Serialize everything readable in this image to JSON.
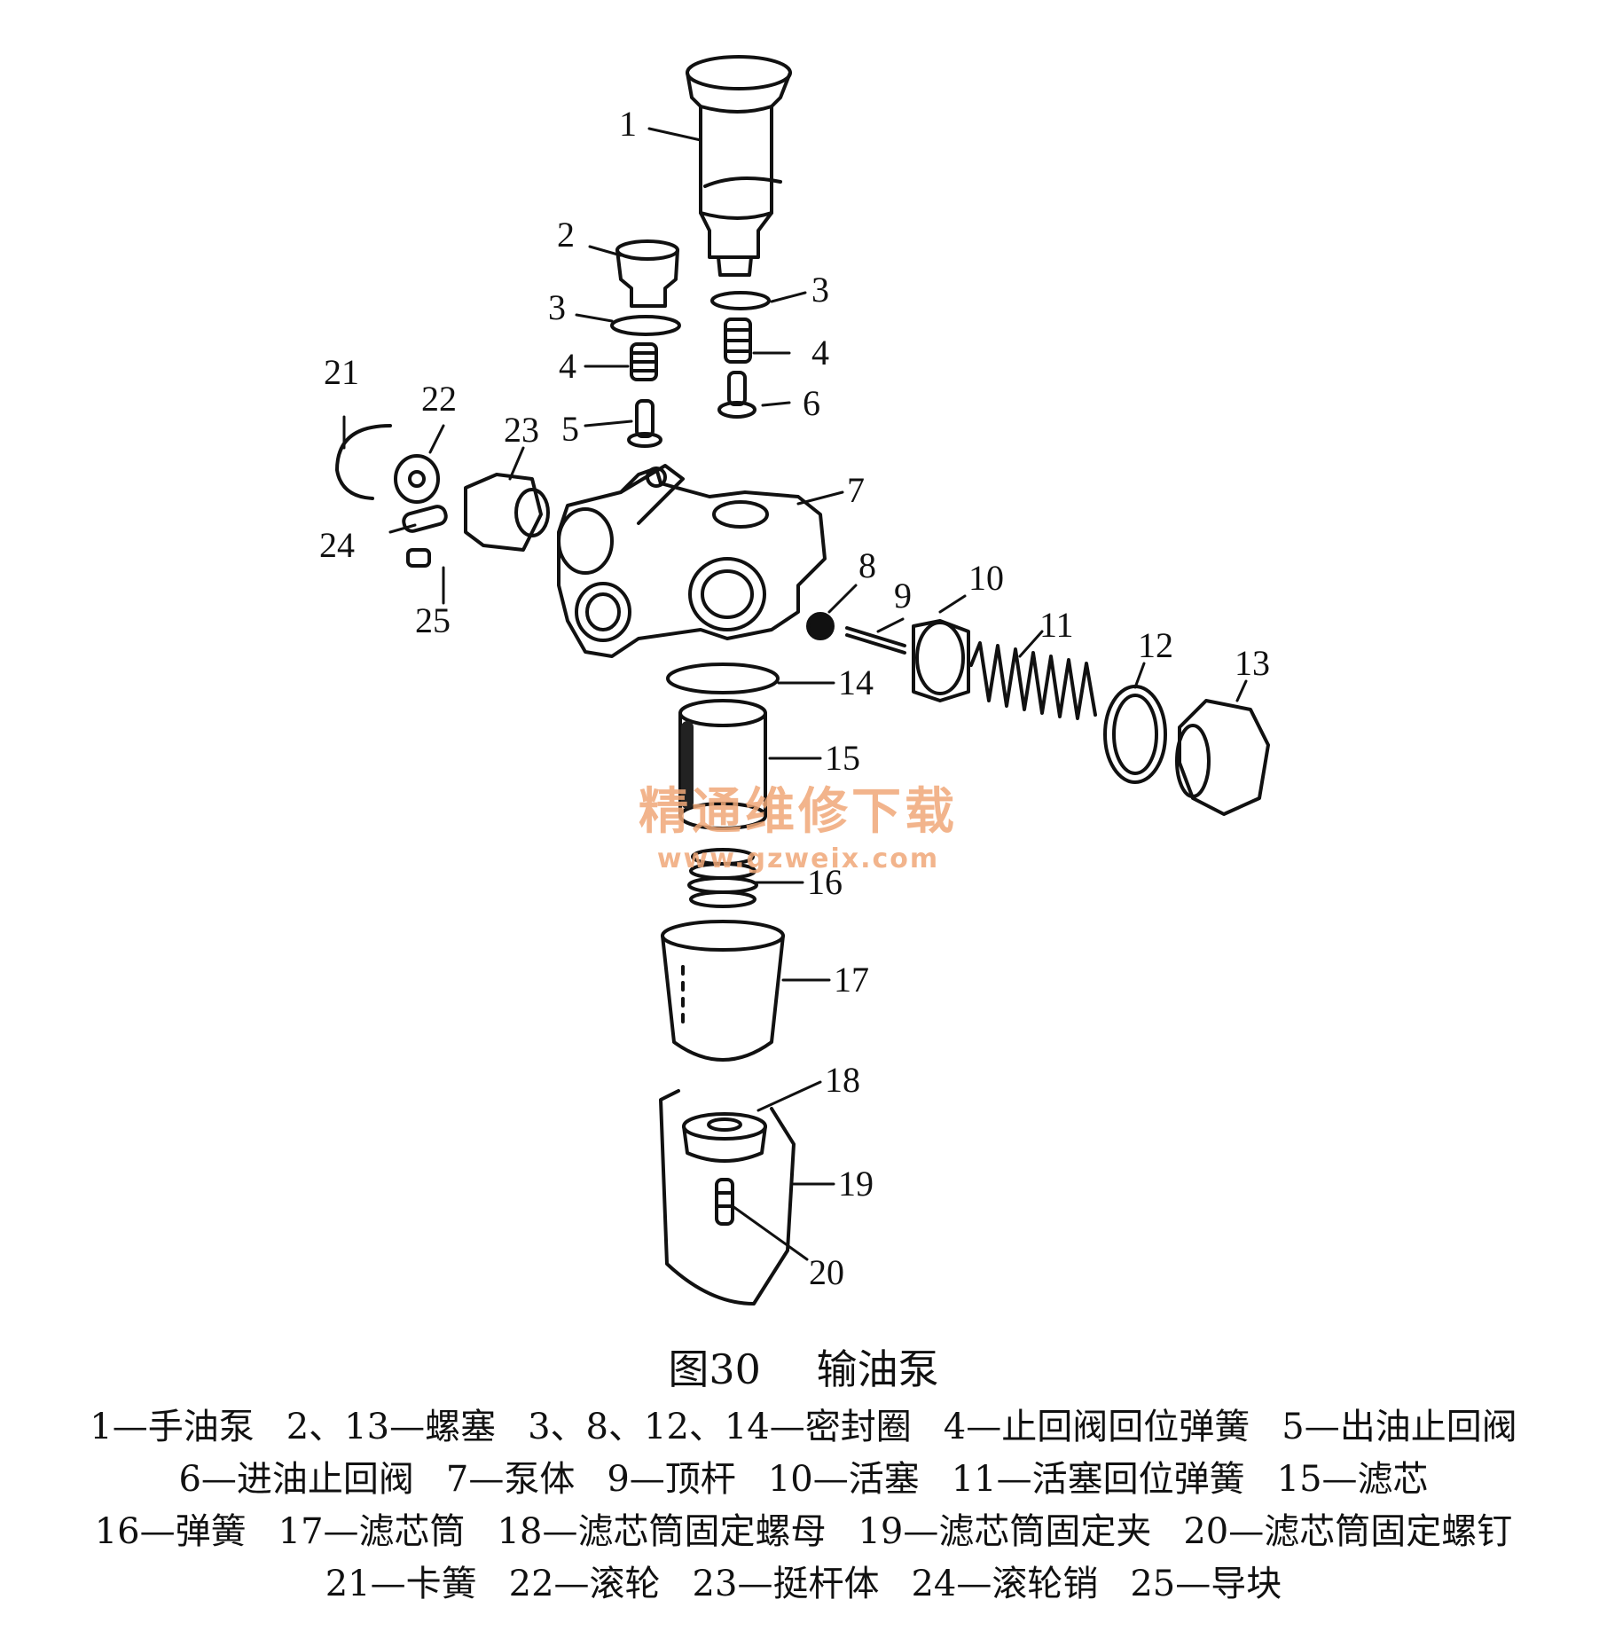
{
  "figure": {
    "callouts": [
      "1",
      "2",
      "3",
      "3",
      "4",
      "4",
      "5",
      "6",
      "7",
      "8",
      "9",
      "10",
      "11",
      "12",
      "13",
      "14",
      "15",
      "16",
      "17",
      "18",
      "19",
      "20",
      "21",
      "22",
      "23",
      "24",
      "25"
    ]
  },
  "watermark": {
    "text": "精通维修下载",
    "url": "www.gzweix.com"
  },
  "caption": {
    "number": "图30",
    "title": "输油泵"
  },
  "legend": {
    "lines": [
      [
        "1—手油泵",
        "2、13—螺塞",
        "3、8、12、14—密封圈",
        "4—止回阀回位弹簧",
        "5—出油止回阀"
      ],
      [
        "6—进油止回阀",
        "7—泵体",
        "9—顶杆",
        "10—活塞",
        "11—活塞回位弹簧",
        "15—滤芯"
      ],
      [
        "16—弹簧",
        "17—滤芯筒",
        "18—滤芯筒固定螺母",
        "19—滤芯筒固定夹",
        "20—滤芯筒固定螺钉"
      ],
      [
        "21—卡簧",
        "22—滚轮",
        "23—挺杆体",
        "24—滚轮销",
        "25—导块"
      ]
    ]
  }
}
